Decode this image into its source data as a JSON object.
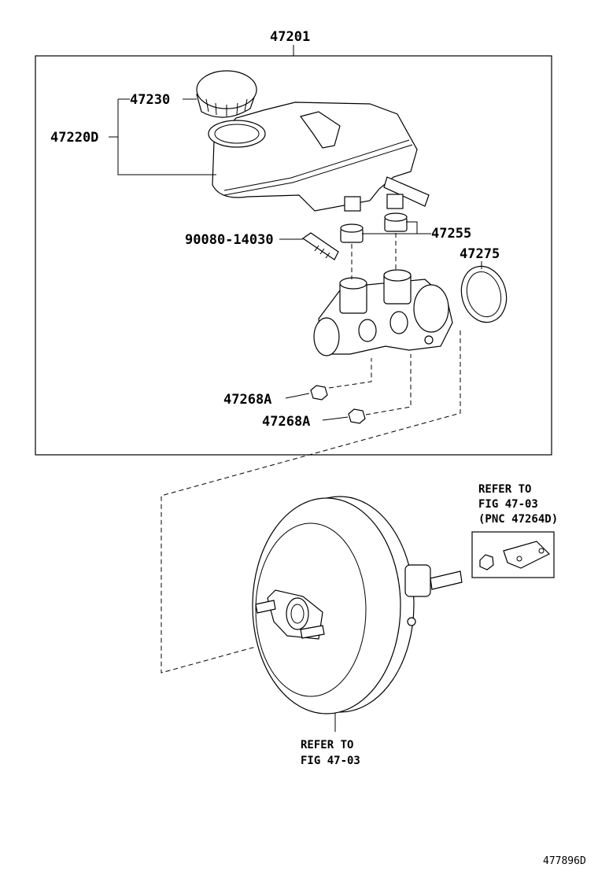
{
  "diagram": {
    "assembly_label": "47201",
    "labels": {
      "cap": "47230",
      "reservoir": "47220D",
      "grommet": "47255",
      "bolt": "90080-14030",
      "oring": "47275",
      "plug_upper": "47268A",
      "plug_lower": "47268A"
    },
    "refer_right": {
      "line1": "REFER TO",
      "line2": "FIG 47-03",
      "line3": "(PNC 47264D)"
    },
    "refer_bottom": {
      "line1": "REFER TO",
      "line2": "FIG 47-03"
    },
    "footer_code": "477896D"
  }
}
